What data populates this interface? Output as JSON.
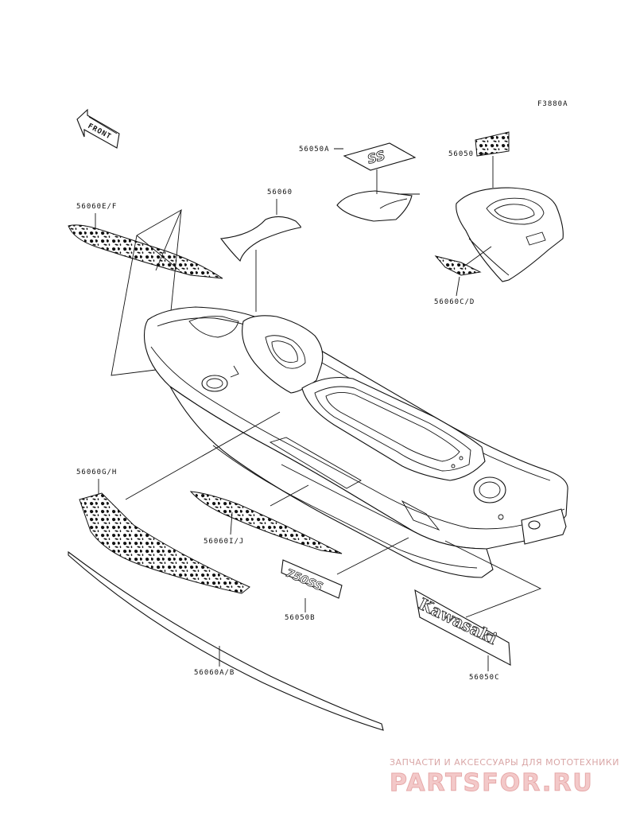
{
  "diagram": {
    "ref_code": "F3880A",
    "front_label": "FRONT",
    "callouts": {
      "p56050a": "56050A",
      "p56050": "56050",
      "p56060": "56060",
      "p56060ef": "56060E/F",
      "p56060cd": "56060C/D",
      "p56060gh": "56060G/H",
      "p56060ij": "56060I/J",
      "p56050b": "56050B",
      "p56050c": "56050C",
      "p56060ab": "56060A/B"
    },
    "decal_texts": {
      "ss": "SS",
      "model_750ss": "750SS",
      "brand": "Kawasaki"
    }
  },
  "watermark": {
    "tagline": "ЗАПЧАСТИ И АКСЕССУАРЫ ДЛЯ МОТОТЕХНИКИ",
    "site": "PARTSFOR.RU"
  },
  "colors": {
    "line": "#111111",
    "watermark_light": "#f3c9c9",
    "watermark_text": "#d9a6a6"
  }
}
